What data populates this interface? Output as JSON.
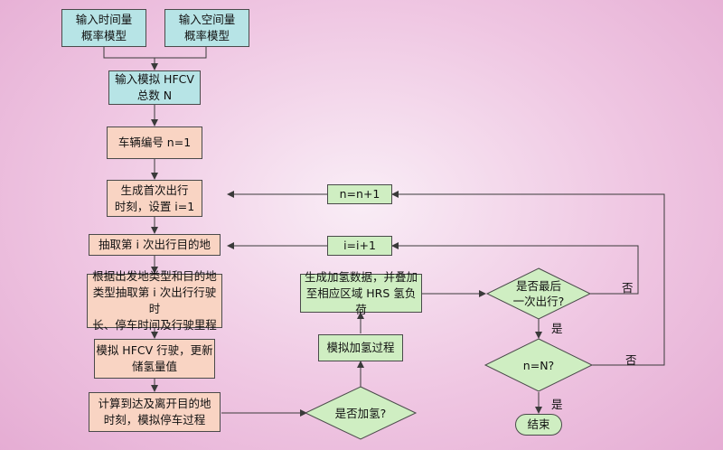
{
  "nodes": {
    "input_time": {
      "text": "输入时间量\n概率模型"
    },
    "input_space": {
      "text": "输入空间量\n概率模型"
    },
    "input_total": {
      "text": "输入模拟 HFCV\n总数 N"
    },
    "vehicle_no": {
      "text": "车辆编号 n=1"
    },
    "first_trip": {
      "text": "生成首次出行\n时刻，设置 i=1"
    },
    "extract_dest": {
      "text": "抽取第 i 次出行目的地"
    },
    "extract_time": {
      "text": "根据出发地类型和目的地\n类型抽取第 i 次出行行驶时\n长、停车时间及行驶里程"
    },
    "simulate": {
      "text": "模拟 HFCV 行驶，更新\n储氢量值"
    },
    "compute": {
      "text": "计算到达及离开目的地\n时刻，模拟停车过程"
    },
    "refuel_q": {
      "text": "是否加氢?"
    },
    "refuel_sim": {
      "text": "模拟加氢过程"
    },
    "refuel_data": {
      "text": "生成加氢数据，并叠加\n至相应区域 HRS 氢负荷"
    },
    "last_trip_q": {
      "text": "是否最后\n一次出行?"
    },
    "n_eq_q": {
      "text": "n=N?"
    },
    "end": {
      "text": "结束"
    },
    "n_inc": {
      "text": "n=n+1"
    },
    "i_inc": {
      "text": "i=i+1"
    }
  },
  "edge_labels": {
    "yes_last": "是",
    "no_last": "否",
    "yes_n": "是",
    "no_n": "否"
  },
  "colors": {
    "teal": "#b7e4e6",
    "peach": "#f9d4c3",
    "green": "#cfeec2",
    "line": "#3a3a3a"
  }
}
